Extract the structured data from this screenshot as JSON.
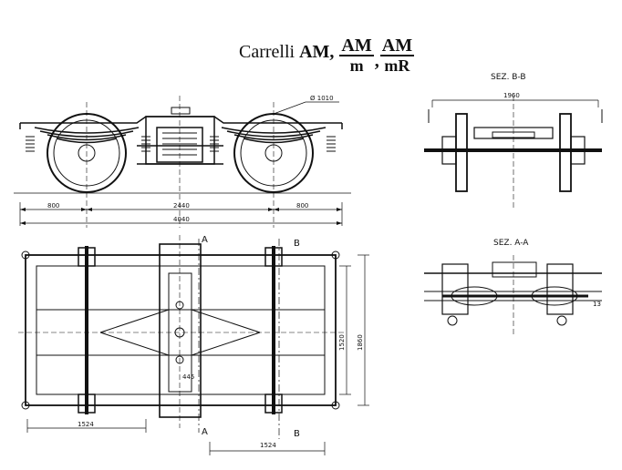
{
  "title": {
    "prefix": "Carrelli",
    "main": "AM,",
    "frac1": {
      "num": "AM",
      "den": "m"
    },
    "frac2": {
      "num": "AM",
      "den": "mR"
    }
  },
  "sections": {
    "bb": "SEZ. B-B",
    "aa": "SEZ. A-A"
  },
  "cut_marks": {
    "a_top": "A",
    "a_bottom": "A",
    "b_top": "B",
    "b_bottom": "B"
  },
  "dimensions": {
    "wheel_dia": "Ø 1010",
    "end_left": "800",
    "wheelbase": "2440",
    "end_right": "800",
    "overall": "4040",
    "bb_width": "1960",
    "gauge_bottom": "1524",
    "gauge_right": "1524",
    "height_1520": "1520",
    "height_1860": "1860",
    "side_13": "13",
    "small_445": "445"
  }
}
